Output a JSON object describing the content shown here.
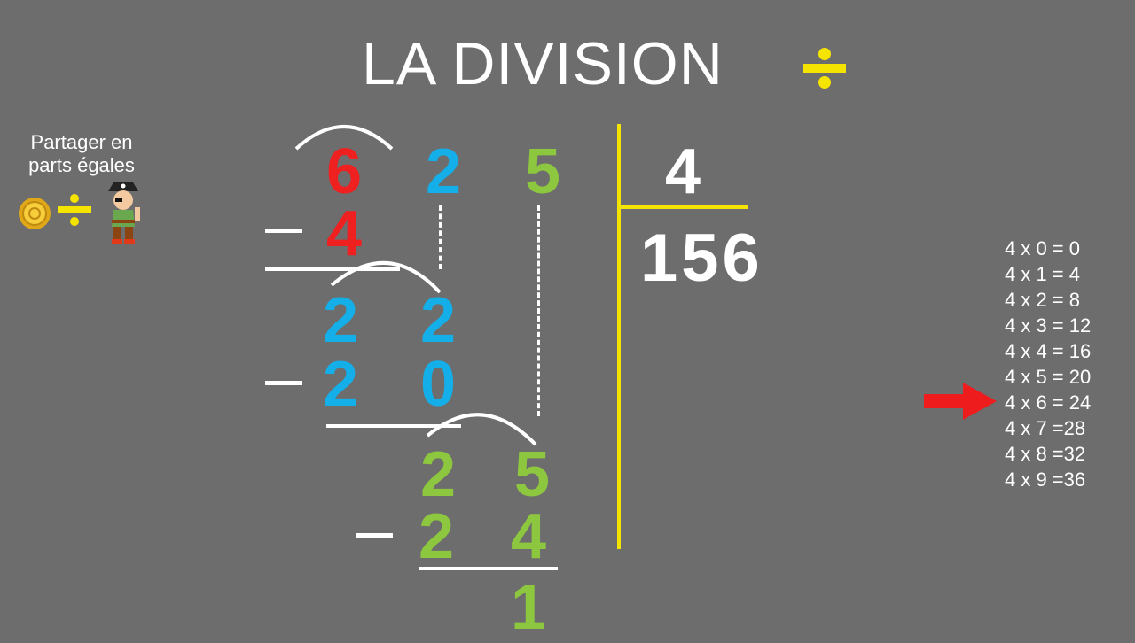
{
  "header": {
    "title": "LA DIVISION",
    "symbol": "÷"
  },
  "side": {
    "caption": "Partager en parts égales",
    "symbol": "÷",
    "icons": [
      "gold-coin-icon",
      "pirate-icon"
    ]
  },
  "division": {
    "dividend": [
      "6",
      "2",
      "5"
    ],
    "divisor": "4",
    "quotient": "156",
    "steps": [
      {
        "subtract": "4",
        "remainder_row": [
          "2",
          "2"
        ]
      },
      {
        "subtract": [
          "2",
          "0"
        ],
        "remainder_row": [
          "2",
          "5"
        ]
      },
      {
        "subtract": [
          "2",
          "4"
        ],
        "remainder": "1"
      }
    ]
  },
  "times_table": {
    "rows": [
      "4 x 0 = 0",
      "4 x 1 = 4",
      "4 x 2 = 8",
      "4 x 3 = 12",
      "4 x 4 = 16",
      "4 x 5 = 20",
      "4 x 6 = 24",
      "4 x 7 =28",
      "4 x 8 =32",
      "4 x 9 =36"
    ],
    "highlighted_row": 6
  },
  "colors": {
    "background": "#6d6d6d",
    "red": "#ee2020",
    "blue": "#14aee8",
    "green": "#8dc63f",
    "yellow": "#f5e400",
    "arrow": "#ee1c1c"
  }
}
